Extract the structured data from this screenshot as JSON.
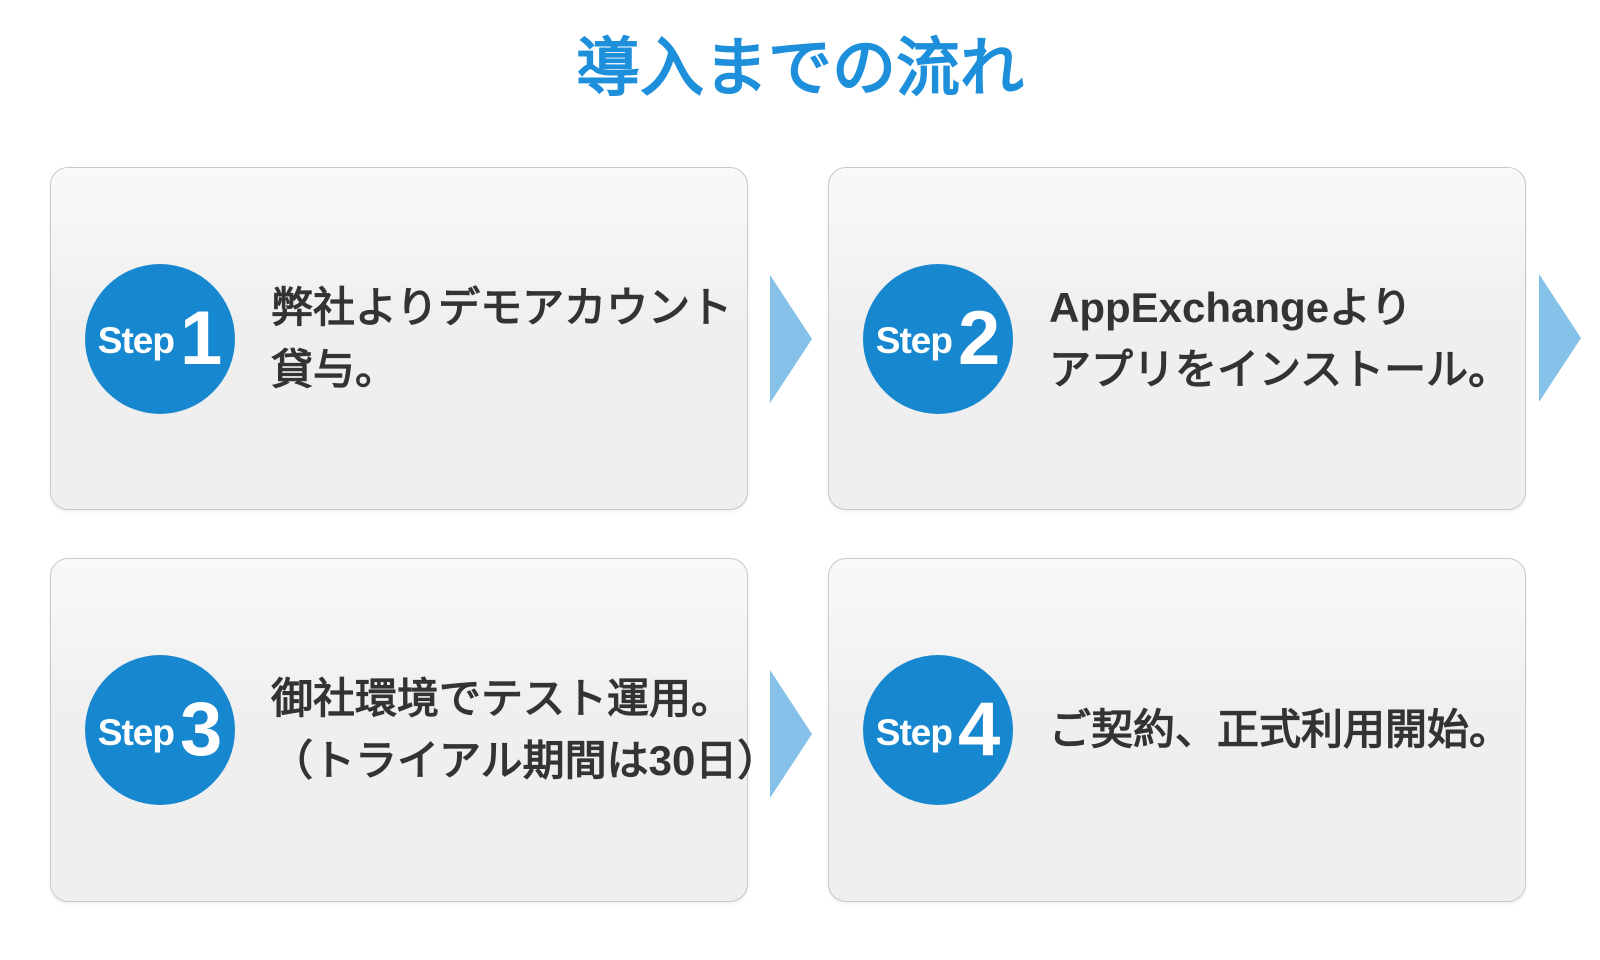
{
  "title": "導入までの流れ",
  "colors": {
    "title_blue": "#1e8fdb",
    "circle_blue": "#1787d0",
    "arrow_blue": "#85c1e8",
    "text_dark": "#333333",
    "card_bg": "#efefef",
    "card_border": "#c9c9c9"
  },
  "steps": [
    {
      "label": "Step",
      "number": "1",
      "lines": [
        "弊社よりデモアカウント",
        "貸与。"
      ]
    },
    {
      "label": "Step",
      "number": "2",
      "lines": [
        "AppExchangeより",
        "アプリをインストール。"
      ]
    },
    {
      "label": "Step",
      "number": "3",
      "lines": [
        "御社環境でテスト運用。",
        "（トライアル期間は30日）"
      ]
    },
    {
      "label": "Step",
      "number": "4",
      "lines": [
        "ご契約、正式利用開始。"
      ]
    }
  ],
  "arrows": [
    {
      "name": "right-arrow",
      "connects": "step1-to-step2"
    },
    {
      "name": "right-arrow",
      "connects": "step2-onward"
    },
    {
      "name": "right-arrow",
      "connects": "step3-to-step4"
    }
  ]
}
